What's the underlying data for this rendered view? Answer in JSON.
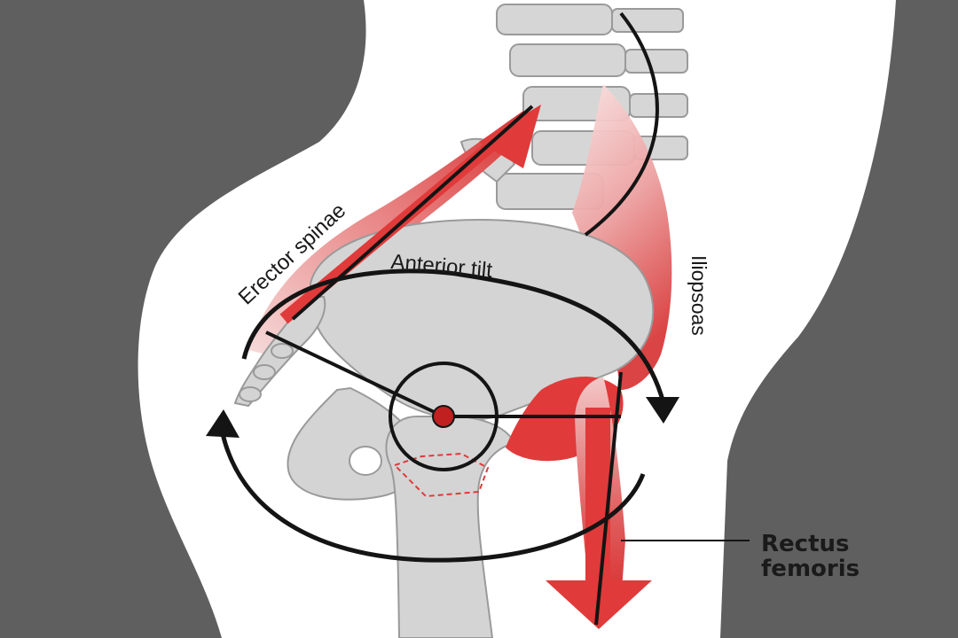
{
  "labels": {
    "erector_spinae": "Erector spinae",
    "anterior_tilt": "Anterior tilt",
    "iliopsoas": "Iliopsoas",
    "rectus_line1": "Rectus",
    "rectus_line2": "femoris"
  },
  "colors": {
    "background_frame": "#5f5f5f",
    "body": "#ffffff",
    "bone": "#d6d6d6",
    "bone_outline": "#9a9a9a",
    "muscle_red": "#e03a3a",
    "muscle_light": "#f2c4c4",
    "arrow_black": "#141414"
  }
}
